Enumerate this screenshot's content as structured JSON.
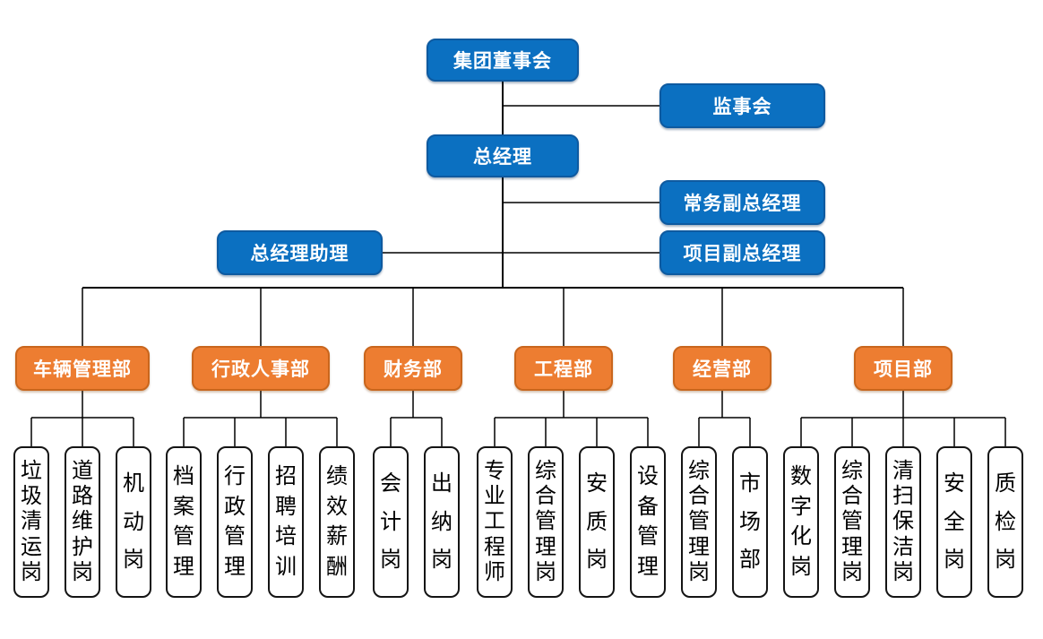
{
  "org_chart": {
    "top": {
      "board": "集团董事会",
      "supervisory_board": "监事会",
      "general_manager": "总经理",
      "executive_deputy_gm": "常务副总经理",
      "gm_assistant": "总经理助理",
      "project_deputy_gm": "项目副总经理"
    },
    "departments": [
      {
        "name": "车辆管理部",
        "posts": [
          "垃圾清运岗",
          "道路维护岗",
          "机动岗"
        ]
      },
      {
        "name": "行政人事部",
        "posts": [
          "档案管理",
          "行政管理",
          "招聘培训",
          "绩效薪酬"
        ]
      },
      {
        "name": "财务部",
        "posts": [
          "会计岗",
          "出纳岗"
        ]
      },
      {
        "name": "工程部",
        "posts": [
          "专业工程师",
          "综合管理岗",
          "安质岗",
          "设备管理"
        ]
      },
      {
        "name": "经营部",
        "posts": [
          "综合管理岗",
          "市场部"
        ]
      },
      {
        "name": "项目部",
        "posts": [
          "数字化岗",
          "综合管理岗",
          "清扫保洁岗",
          "安全岗",
          "质检岗"
        ]
      }
    ],
    "colors": {
      "leadership_fill": "#0B70C1",
      "department_fill": "#ED7D31",
      "post_fill": "#FFFFFF",
      "connector": "#000000"
    }
  }
}
